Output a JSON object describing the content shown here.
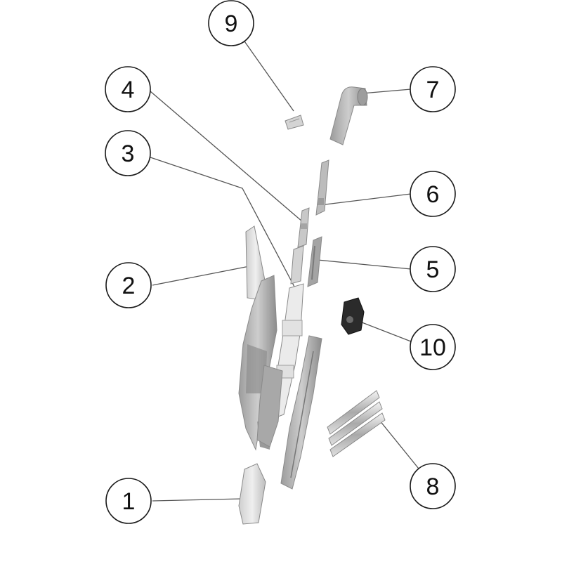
{
  "callouts": [
    {
      "label": "1",
      "part": "lower-end-cap"
    },
    {
      "label": "2",
      "part": "upper-cover"
    },
    {
      "label": "3",
      "part": "frame-spine"
    },
    {
      "label": "4",
      "part": "small-bracket"
    },
    {
      "label": "5",
      "part": "side-panel"
    },
    {
      "label": "6",
      "part": "connector-strip"
    },
    {
      "label": "7",
      "part": "angled-handle"
    },
    {
      "label": "8",
      "part": "rod-set"
    },
    {
      "label": "9",
      "part": "clip"
    },
    {
      "label": "10",
      "part": "motor-unit"
    }
  ],
  "colors": {
    "background": "#ffffff",
    "part_light": "#e4e4e4",
    "part_mid": "#b9b9b9",
    "part_dark": "#8f8f8f",
    "part_black": "#2b2b2b",
    "line": "#555555"
  }
}
